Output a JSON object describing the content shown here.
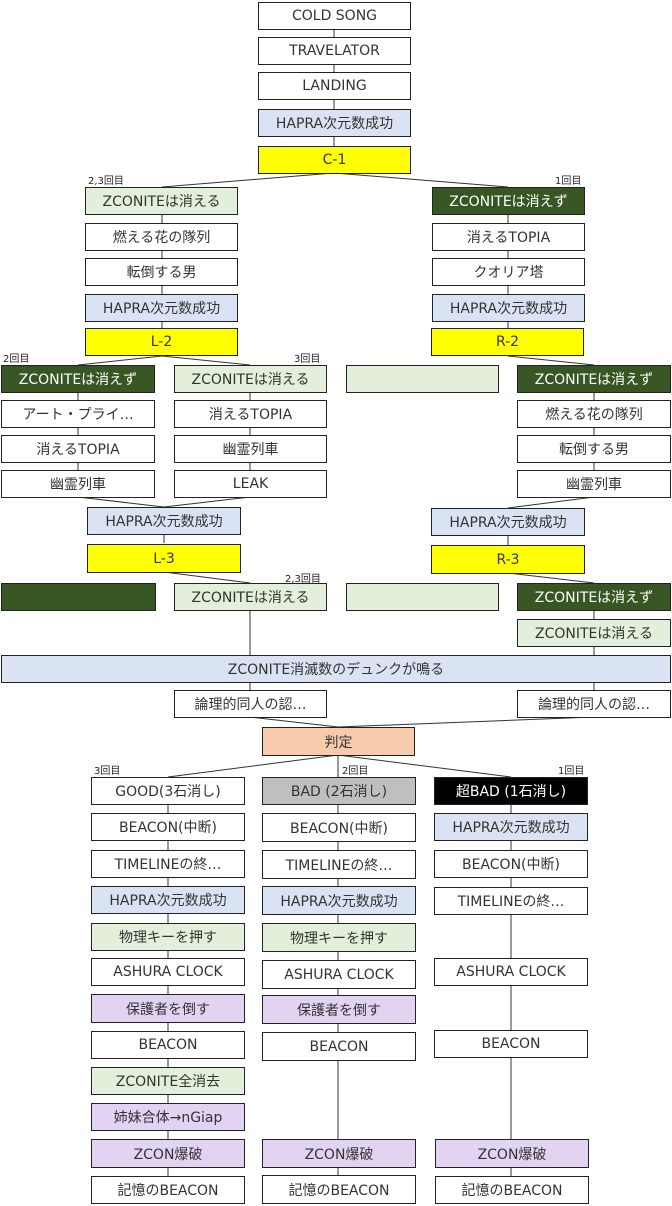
{
  "colors": {
    "default": "#ffffff",
    "hapra": "#dae3f3",
    "chapter": "#ffff00",
    "vanish": "#e2efda",
    "no_vanish": "#375623",
    "judge": "#f8cbad",
    "bad": "#bfbfbf",
    "super_bad": "#000000",
    "boss": "#e1d3f1"
  },
  "trunk": {
    "cold_song": "COLD SONG",
    "travelator": "TRAVELATOR",
    "landing": "LANDING",
    "hapra": "HAPRA次元数成功",
    "c1": "C-1"
  },
  "route_labels": {
    "c1_left": "2,3回目",
    "c1_right": "1回目",
    "l2_left": "2回目",
    "l2_right": "3回目",
    "l3_right": "2,3回目",
    "judge_left": "3回目",
    "judge_mid": "2回目",
    "judge_right": "1回目"
  },
  "left_branch": {
    "zconite": "ZCONITEは消える",
    "item1": "燃える花の隊列",
    "item2": "転倒する男",
    "hapra": "HAPRA次元数成功",
    "chapter": "L-2"
  },
  "right_branch": {
    "zconite": "ZCONITEは消えず",
    "item1": "消えるTOPIA",
    "item2": "クオリア塔",
    "hapra": "HAPRA次元数成功",
    "chapter": "R-2"
  },
  "l2_left": {
    "zconite": "ZCONITEは消えず",
    "item1": "アート・プライ…",
    "item2": "消えるTOPIA",
    "item3": "幽霊列車"
  },
  "l2_right": {
    "zconite": "ZCONITEは消える",
    "item1": "消えるTOPIA",
    "item2": "幽霊列車",
    "item3": "LEAK"
  },
  "r2_left": {
    "zconite": ""
  },
  "r2_right": {
    "zconite": "ZCONITEは消えず",
    "item1": "燃える花の隊列",
    "item2": "転倒する男",
    "item3": "幽霊列車"
  },
  "l3": {
    "hapra": "HAPRA次元数成功",
    "chapter": "L-3"
  },
  "r3": {
    "hapra": "HAPRA次元数成功",
    "chapter": "R-3"
  },
  "l3_children": {
    "left": "",
    "right": "ZCONITEは消える"
  },
  "r3_children": {
    "left": "",
    "right": "ZCONITEは消えず",
    "next": "ZCONITEは消える"
  },
  "dunk": "ZCONITE消滅数のデュンクが鳴る",
  "logic_left": "論理的同人の認…",
  "logic_right": "論理的同人の認…",
  "judge": "判定",
  "endings": {
    "good": {
      "title": "GOOD(3石消し)",
      "steps": [
        "BEACON(中断)",
        "TIMELINEの終…",
        "HAPRA次元数成功",
        "物理キーを押す",
        "ASHURA CLOCK",
        "保護者を倒す",
        "BEACON",
        "ZCONITE全消去",
        "姉妹合体→nGiap",
        "ZCON爆破",
        "記憶のBEACON"
      ]
    },
    "bad": {
      "title": "BAD (2石消し)",
      "steps": [
        "BEACON(中断)",
        "TIMELINEの終…",
        "HAPRA次元数成功",
        "物理キーを押す",
        "ASHURA CLOCK",
        "保護者を倒す",
        "BEACON",
        "ZCON爆破",
        "記憶のBEACON"
      ]
    },
    "super_bad": {
      "title": "超BAD (1石消し)",
      "steps": [
        "HAPRA次元数成功",
        "BEACON(中断)",
        "TIMELINEの終…",
        "ASHURA CLOCK",
        "BEACON",
        "ZCON爆破",
        "記憶のBEACON"
      ]
    }
  }
}
